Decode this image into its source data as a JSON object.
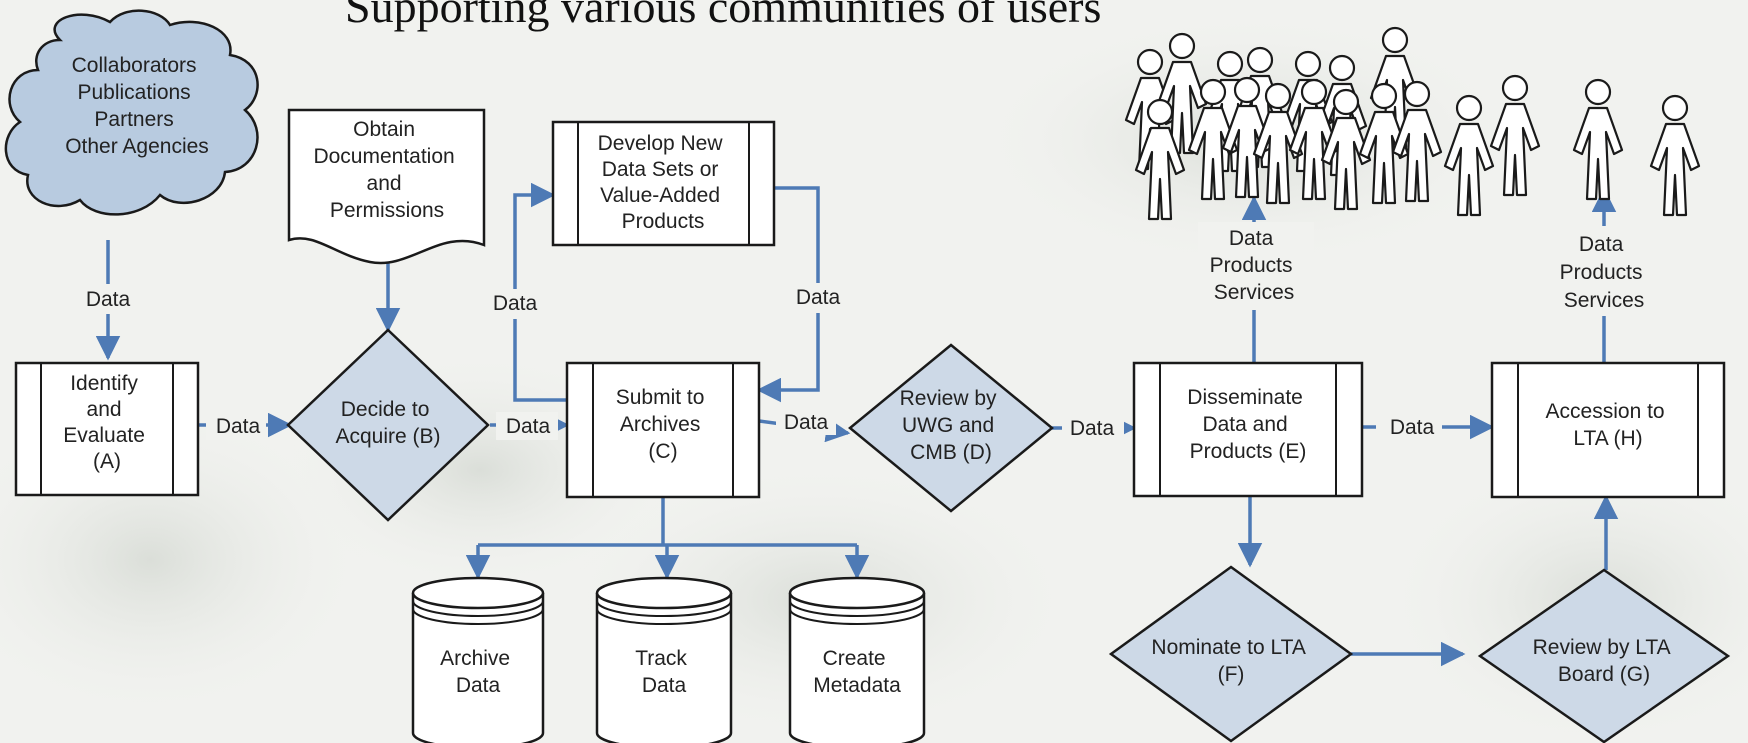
{
  "title": "Supporting various communities of users",
  "colors": {
    "node_fill": "#ffffff",
    "cloud_fill": "#b8cbe0",
    "decision_fill": "#cdd9e7",
    "arrow": "#4e7ab5",
    "stroke": "#1a1a1a"
  },
  "edge_label": "Data",
  "cloud": {
    "lines": [
      "Collaborators",
      "Publications",
      "Partners",
      "Other Agencies"
    ]
  },
  "documentation": {
    "lines": [
      "Obtain",
      "Documentation",
      "and",
      "Permissions"
    ]
  },
  "develop": {
    "lines": [
      "Develop New",
      "Data Sets or",
      "Value-Added",
      "Products"
    ]
  },
  "identify": {
    "lines": [
      "Identify",
      "and",
      "Evaluate",
      "(A)"
    ]
  },
  "decide": {
    "lines": [
      "Decide to",
      "Acquire (B)"
    ]
  },
  "submit": {
    "lines": [
      "Submit to",
      "Archives",
      "(C)"
    ]
  },
  "review_uwg": {
    "lines": [
      "Review by",
      "UWG and",
      "CMB (D)"
    ]
  },
  "disseminate": {
    "lines": [
      "Disseminate",
      "Data and",
      "Products (E)"
    ]
  },
  "accession": {
    "lines": [
      "Accession to",
      "LTA (H)"
    ]
  },
  "nominate": {
    "lines": [
      "Nominate to LTA",
      "(F)"
    ]
  },
  "review_lta": {
    "lines": [
      "Review by LTA",
      "Board (G)"
    ]
  },
  "archive_data": {
    "lines": [
      "Archive",
      "Data"
    ]
  },
  "track_data": {
    "lines": [
      "Track",
      "Data"
    ]
  },
  "create_metadata": {
    "lines": [
      "Create",
      "Metadata"
    ]
  },
  "services_label_1": {
    "lines": [
      "Data",
      "Products",
      "Services"
    ]
  },
  "services_label_2": {
    "lines": [
      "Data",
      "Products",
      "Services"
    ]
  },
  "users_icon": "person-icon"
}
